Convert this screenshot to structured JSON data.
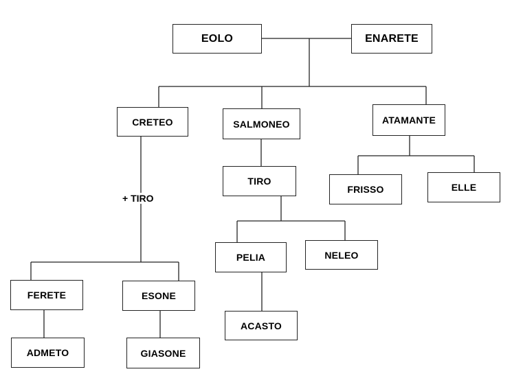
{
  "diagram": {
    "title": "Family tree of Eolo and Enarete",
    "nodes": {
      "eolo": "EOLO",
      "enarete": "ENARETE",
      "creteo": "CRETEO",
      "salmoneo": "SALMONEO",
      "atamante": "ATAMANTE",
      "tiro": "TIRO",
      "frisso": "FRISSO",
      "elle": "ELLE",
      "pelia": "PELIA",
      "neleo": "NELEO",
      "ferete": "FERETE",
      "esone": "ESONE",
      "acasto": "ACASTO",
      "admeto": "ADMETO",
      "giasone": "GIASONE"
    },
    "edge_labels": {
      "creteo_union": "+ TIRO"
    },
    "colors": {
      "line": "#222222",
      "box_border": "#222222",
      "text": "#000000",
      "background": "#ffffff"
    }
  }
}
